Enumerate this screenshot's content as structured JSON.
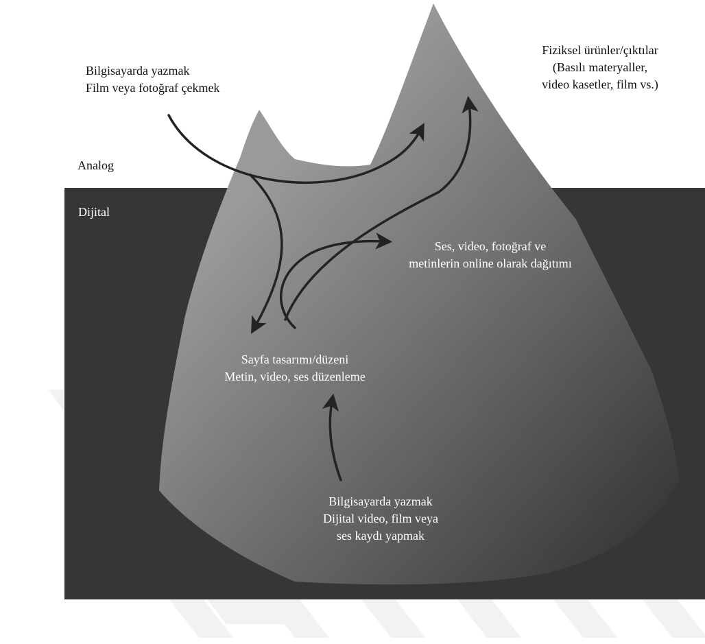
{
  "diagram": {
    "colors": {
      "background": "#ffffff",
      "digital_band": "#363636",
      "iceberg_light": "#9a9a9a",
      "iceberg_dark": "#2e2e2e",
      "arrow": "#232323",
      "watermark": "#f2f2f2"
    },
    "labels": {
      "analog": "Analog",
      "digital": "Dijital",
      "analog_input": {
        "line1": "Bilgisayarda yazmak",
        "line2": "Film veya fotoğraf çekmek"
      },
      "physical_output": {
        "line1": "Fiziksel ürünler/çıktılar",
        "line2": "(Basılı materyaller,",
        "line3": "video kasetler, film vs.)"
      },
      "online_distribution": {
        "line1": "Ses, video, fotoğraf ve",
        "line2": "metinlerin online olarak dağıtımı"
      },
      "layout_editing": {
        "line1": "Sayfa tasarımı/düzeni",
        "line2": "Metin, video, ses düzenleme"
      },
      "digital_input": {
        "line1": "Bilgisayarda yazmak",
        "line2": "Dijital video, film veya",
        "line3": "ses kaydı yapmak"
      }
    }
  }
}
